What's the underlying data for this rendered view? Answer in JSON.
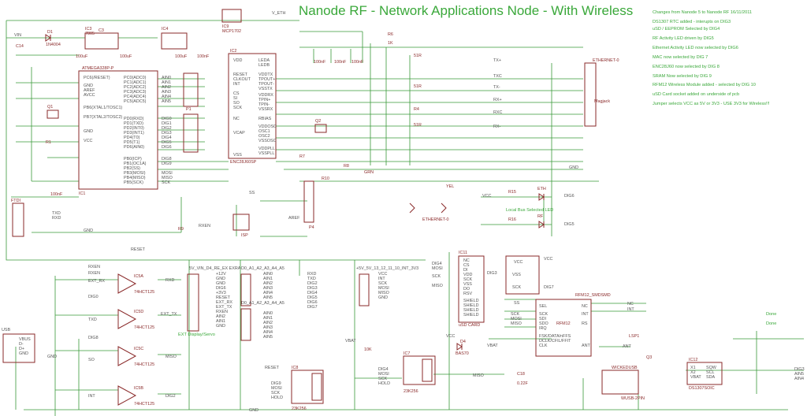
{
  "title": "Nanode RF - Network Applications Node - With Wireless",
  "notes": [
    "Changes from Nanode 5 to Nanode RF   16/11/2011",
    "DS1307 RTC added - interupts on DIG3",
    "uSD / EEPROM Selected by DIG4",
    "RF Activity LED driven by DIG5",
    "Ethernet Activity LED now selected by DIG6",
    "MAC now selected by DIG 7",
    "ENC28J60 now selected by DIG 8",
    "SRAM Now selected by DIG 9",
    "RFM12 Wireless Module added - selected by DIG 10",
    "uSD Card socket added on underside of pcb",
    "Jumper selects VCC as 5V or 3V3 - USE 3V3 for Wireless!!!"
  ],
  "parts": {
    "ic1": "IC1",
    "ic1_type": "ATMEGA328P-P",
    "ic2": "IC2",
    "ic2_type": "ENC28J60SP",
    "ic3": "IC3",
    "ic3_type": "7805",
    "ic4": "IC4",
    "ic9": "IC9",
    "ic9_type": "MCP1702",
    "q1": "Q1",
    "q2": "Q2",
    "q3": "Q3",
    "c_100uf_a": "100uF",
    "c_100uf_b": "100uF",
    "c_100uf_c": "100uF",
    "c_100nf_a": "100nF",
    "c_100nf_b": "100nF",
    "c_100nf_c": "100nF",
    "c_100nf_d": "100nF",
    "c_100nf_e": "100nF",
    "c14": "C14",
    "c3": "C3",
    "d1": "D1",
    "d1_type": "1N4004",
    "r6": "R6",
    "r6_val": "1K",
    "r_51a": "51R",
    "r_51b": "51R",
    "r4": "R4",
    "r_51c": "51R",
    "r7": "R7",
    "r8": "R8",
    "r10": "R10",
    "r9": "R9",
    "r1": "R1",
    "r15": "R15",
    "r16": "R16",
    "ethernet": "ETHERNET-0",
    "magjack": "Magjack",
    "yel": "YEL",
    "grn": "GRN",
    "ethernet_led": "ETHERNET-0",
    "eth": "ETH",
    "rf": "RF",
    "ftdi": "FTDI",
    "isp": "ISP",
    "p1": "P1",
    "p4": "P4",
    "ic5a": "IC5A",
    "ic5b": "IC5B",
    "ic5c": "IC5C",
    "ic5d": "IC5D",
    "ic5_type": "74HCT125",
    "ic11": "IC11",
    "usd_card": "uSD CARD",
    "rfm12": "RFM12",
    "rfm12_smd": "RFM12_SMDSMD",
    "lsp1": "LSP1",
    "d4": "D4",
    "d4_type": "BAS70",
    "ic7": "IC7",
    "ic7_type": "23K256",
    "c18": "C18",
    "c18_val": "0.22F",
    "r_10k_a": "10K",
    "ic8": "IC8",
    "ic8_type": "23K256",
    "wickedusb": "WICKEDUSB",
    "wusb_2pin": "WUSB-2PIN",
    "usb": "USB",
    "ic12": "IC12",
    "ic12_type": "DS1307SOIC"
  },
  "ic1_pins": [
    "PC6(/RESET)",
    "GND",
    "AREF",
    "AVCC",
    "PB6(XTAL1/TOSC1)",
    "PB7(XTAL2/TOSC2)",
    "GND",
    "VCC",
    "PC0(ADC0)",
    "PC1(ADC1)",
    "PC2(ADC2)",
    "PC3(ADC3)",
    "PC4(ADC4)",
    "PC5(ADC5)",
    "PD0(RXD)",
    "PD1(TXD)",
    "PD2(INT0)",
    "PD3(INT1)",
    "PD4(T0)",
    "PD5(T1)",
    "PD6(AIN0)",
    "PB0(ICP)",
    "PB1(OC1A)",
    "PB2(SS)",
    "PB3(MOSI)",
    "PB4(MISO)",
    "PB5(SCK)"
  ],
  "ic2_pins": [
    "VDD",
    "RESET",
    "CLKOUT",
    "INT",
    "CS",
    "SI",
    "SO",
    "SCK",
    "NC",
    "VCAP",
    "VSS",
    "LEDA",
    "LEDB",
    "VDDTX",
    "TPOUT+",
    "TPOUT-",
    "VSSTX",
    "VDDRX",
    "TPIN+",
    "TPIN-",
    "VSSRX",
    "RBIAS",
    "VDDOSC",
    "OSC1",
    "OSC2",
    "VSSOSC",
    "VDDPLL",
    "VSSPLL"
  ],
  "usd_pins": [
    "NC",
    "CS",
    "DI",
    "VDD",
    "SCK",
    "VSS",
    "DO",
    "RSV",
    "SHIELD",
    "SHIELD",
    "SHIELD",
    "SHIELD"
  ],
  "rfm_pins": [
    "SEL",
    "SCK",
    "SDI",
    "SDO",
    "IRQ",
    "FSK/DATA/nFFS",
    "DCLK/CFIL/FFIT",
    "CLK",
    "NC",
    "INT",
    "RS",
    "ANT"
  ],
  "rtc_pins": [
    "X1",
    "X2",
    "VBAT",
    "SQW",
    "SCL",
    "SDA"
  ],
  "usb_pins": [
    "VBUS",
    "D-",
    "D+",
    "GND"
  ],
  "nets": {
    "v_eth": "V_ETH",
    "vin": "VIN",
    "ain0": "AIN0",
    "ain1": "AIN1",
    "ain2": "AIN2",
    "ain3": "AIN3",
    "ain4": "AIN4",
    "ain5": "AIN5",
    "dig0": "DIG0",
    "dig1": "DIG1",
    "dig2": "DIG2",
    "dig3": "DIG3",
    "dig4": "DIG4",
    "dig5": "DIG5",
    "dig6": "DIG6",
    "dig7": "DIG7",
    "dig8": "DIG8",
    "dig9": "DIG9",
    "dig5_b": "DIG5",
    "dig6_b": "DIG6",
    "mosi": "MOSI",
    "miso": "MISO",
    "sck": "SCK",
    "ss": "SS",
    "tx_plus": "TX+",
    "tx_minus": "TX-",
    "rx_plus": "RX+",
    "rx_minus": "RX-",
    "txc": "TXC",
    "rxc": "RXC",
    "gnd": "GND",
    "vcc": "VCC",
    "vcc_a": "VCC",
    "vcc_12": "+12V",
    "v33": "+3V3",
    "vss": "VSS",
    "txd": "TXD",
    "rxd": "RXD",
    "reset": "RESET",
    "rxen": "RXEN",
    "aref": "AREF",
    "ext_rx": "EXT_RX",
    "ext_tx": "EXT_TX",
    "so": "SO",
    "int": "INT",
    "nc": "NC",
    "ant": "ANT",
    "vbat": "VBAT",
    "hold": "HOLD"
  },
  "labels": {
    "local_bus": "Local Bus Selected LED",
    "ext_display": "EXT Display/Servo",
    "ext_header_top": "5V_VIN_D4_RE_EX  EXRA",
    "ain_header_top": "D0_A1_A2_A3_A4_A5",
    "ain_header_mid": "D0_A1_A2_A3_A4_A5",
    "bus_header_top": "+5V_5V_13_12_11_10_INT_3V3",
    "done1": "Done",
    "done2": "Done"
  }
}
